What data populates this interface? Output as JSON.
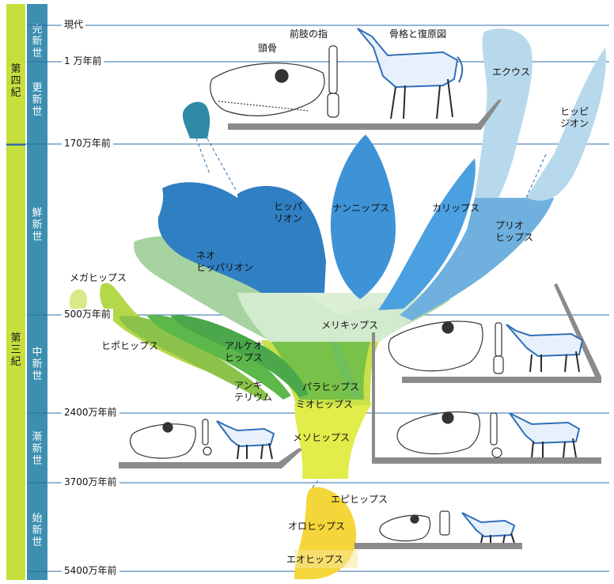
{
  "periods": [
    {
      "id": "quaternary",
      "label": "第四紀"
    },
    {
      "id": "tertiary",
      "label": "第三紀"
    }
  ],
  "epochs": [
    {
      "id": "holocene",
      "label": "完新世"
    },
    {
      "id": "pleistocene",
      "label": "更新世"
    },
    {
      "id": "pliocene",
      "label": "鮮新世"
    },
    {
      "id": "miocene",
      "label": "中新世"
    },
    {
      "id": "oligocene",
      "label": "漸新世"
    },
    {
      "id": "eocene",
      "label": "始新世"
    }
  ],
  "time_marks": [
    "現代",
    "1 万年前",
    "170万年前",
    "500万年前",
    "2400万年前",
    "3700万年前",
    "5400万年前"
  ],
  "illustration_labels": {
    "skull": "頭骨",
    "forelimb": "前肢の指",
    "skeleton": "骨格と復原図"
  },
  "genera": {
    "equus": "エクウス",
    "hippidion": "ヒッピ\nジオン",
    "pliohippus": "プリオ\nヒップス",
    "calippus": "カリップス",
    "nannippus": "ナンニップス",
    "hipparion": "ヒッパ\nリオン",
    "neohipparion": "ネオ\nヒッパリオン",
    "megahippus": "メガヒップス",
    "hypohippus": "ヒポヒップス",
    "archaeohippus": "アルケオ\nヒップス",
    "anchitherium": "アンキ\nテリウム",
    "merychippus": "メリキップス",
    "parahippus": "パラヒップス",
    "miohippus": "ミオヒップス",
    "mesohippus": "メソヒップス",
    "epihippus": "エピヒップス",
    "orohippus": "オロヒップス",
    "eohippus": "エオヒップス"
  },
  "colors": {
    "quaternary_bar": "#c6df3c",
    "tertiary_bar": "#c6df3c",
    "epoch_bar": "#3c8fb0",
    "time_line": "#2c6ea8",
    "equus_branch": "#b8d9ec",
    "pliocene_blue": "#2f7fc2",
    "light_blue": "#6fb0de",
    "teal": "#2f8aa6",
    "miocene_green": "#9ccd8e",
    "grass_green": "#5cb84a",
    "yellow_green": "#c9e04a",
    "oligocene_yellow": "#e2ec4a",
    "eocene_yellow": "#f4d63a",
    "shelf_gray": "#8b8b8b"
  }
}
